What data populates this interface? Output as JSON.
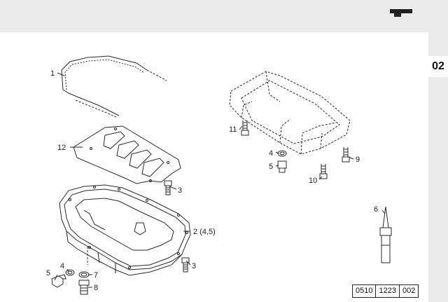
{
  "page": {
    "section_number": "02",
    "tab_icon": "section-tab-marker-icon"
  },
  "callouts": {
    "c1": "1",
    "c12": "12",
    "c3a": "3",
    "c2": "2 (4,5)",
    "c3b": "3",
    "c5a": "5",
    "c4a": "4",
    "c7": "7",
    "c8": "8",
    "c11": "11",
    "c4b": "4",
    "c5b": "5",
    "c10": "10",
    "c9": "9",
    "c6": "6"
  },
  "reference_code": [
    "0510",
    "1223",
    "002"
  ],
  "colors": {
    "band": "#ebebeb",
    "line": "#2a2a2a",
    "ink": "#111111"
  }
}
